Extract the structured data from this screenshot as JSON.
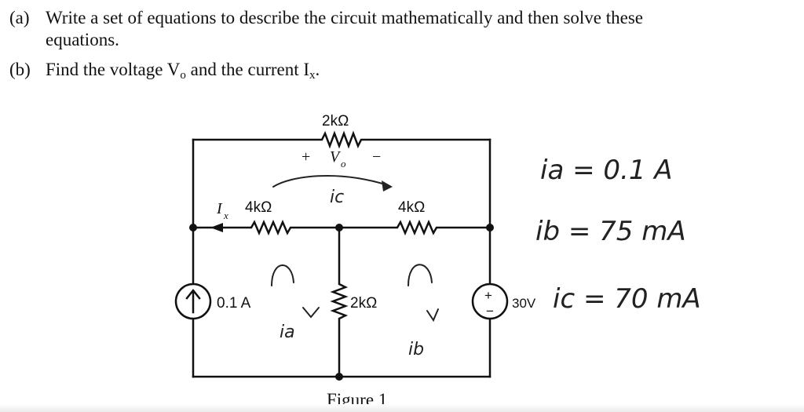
{
  "question": {
    "a_label": "(a)",
    "a_text_line1": "Write a set of equations to describe the circuit mathematically and then solve these",
    "a_text_line2": "equations.",
    "b_label": "(b)",
    "b_text_pre": "Find the voltage V",
    "b_text_sub": "o",
    "b_text_mid": " and the current I",
    "b_text_sub2": "x",
    "b_text_post": "."
  },
  "circuit": {
    "top_resistor": "2kΩ",
    "vo_plus": "+",
    "vo_label": "V",
    "vo_sub": "o",
    "vo_minus": "−",
    "ix_label": "I",
    "ix_sub": "x",
    "left_resistor": "4kΩ",
    "right_resistor": "4kΩ",
    "center_resistor": "2kΩ",
    "current_source": "0.1 A",
    "voltage_source": "30V",
    "vs_plus": "+",
    "vs_minus": "−"
  },
  "handwriting": {
    "ic_loop": "ic",
    "ia_loop": "ia",
    "ib_loop": "ib",
    "result_a": "ia = 0.1 A",
    "result_b": "ib = 75 mA",
    "result_c": "ic = 70 mA"
  },
  "figure_caption": "Figure 1"
}
